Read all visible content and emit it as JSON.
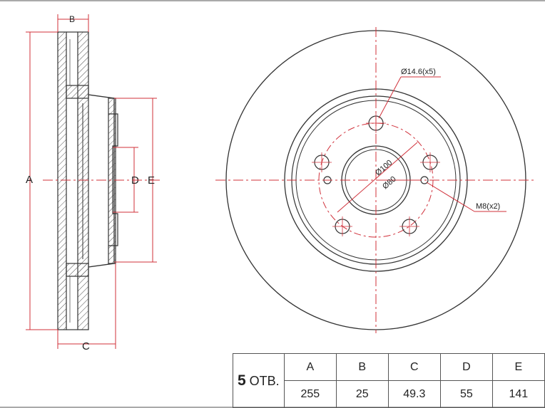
{
  "labels": {
    "A": "A",
    "B": "B",
    "C": "C",
    "D": "D",
    "E": "E",
    "bolt_hole": "Ø14.6(x5)",
    "pcd": "Ø100",
    "center_bore": "Ø80",
    "thread": "M8(x2)"
  },
  "table": {
    "holes_number": "5",
    "holes_unit": "ОТВ.",
    "headers": [
      "A",
      "B",
      "C",
      "D",
      "E"
    ],
    "values": [
      "255",
      "25",
      "49.3",
      "55",
      "141"
    ]
  },
  "colors": {
    "dimension": "#d0303a",
    "outline": "#333333"
  }
}
